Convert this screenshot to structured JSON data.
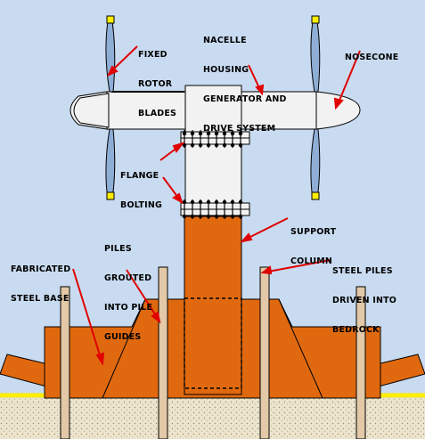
{
  "colors": {
    "background": "#c9dbf1",
    "steel": "#e0690f",
    "nacelle": "#f2f2f2",
    "blade": "#8eaed6",
    "blade_tip": "#ffee00",
    "seabed": "#ece4cc",
    "sea_surface_line": "#ffee00",
    "pile": "#e3c9a8",
    "leader_line": "#e00000"
  },
  "labels": {
    "fixed_rotor_blades": [
      "FIXED",
      "ROTOR",
      "BLADES"
    ],
    "nacelle_housing": [
      "NACELLE",
      "HOUSING",
      "GENERATOR AND",
      "DRIVE SYSTEM"
    ],
    "nosecone": [
      "NOSECONE"
    ],
    "flange_bolting": [
      "FLANGE",
      "BOLTING"
    ],
    "support_column": [
      "SUPPORT",
      "COLUMN"
    ],
    "piles_grouted": [
      "PILES",
      "GROUTED",
      "INTO PILE",
      "GUIDES"
    ],
    "fabricated_steel_base": [
      "FABRICATED",
      "STEEL BASE"
    ],
    "steel_piles": [
      "STEEL PILES",
      "DRIVEN INTO",
      "BEDROCK"
    ]
  }
}
